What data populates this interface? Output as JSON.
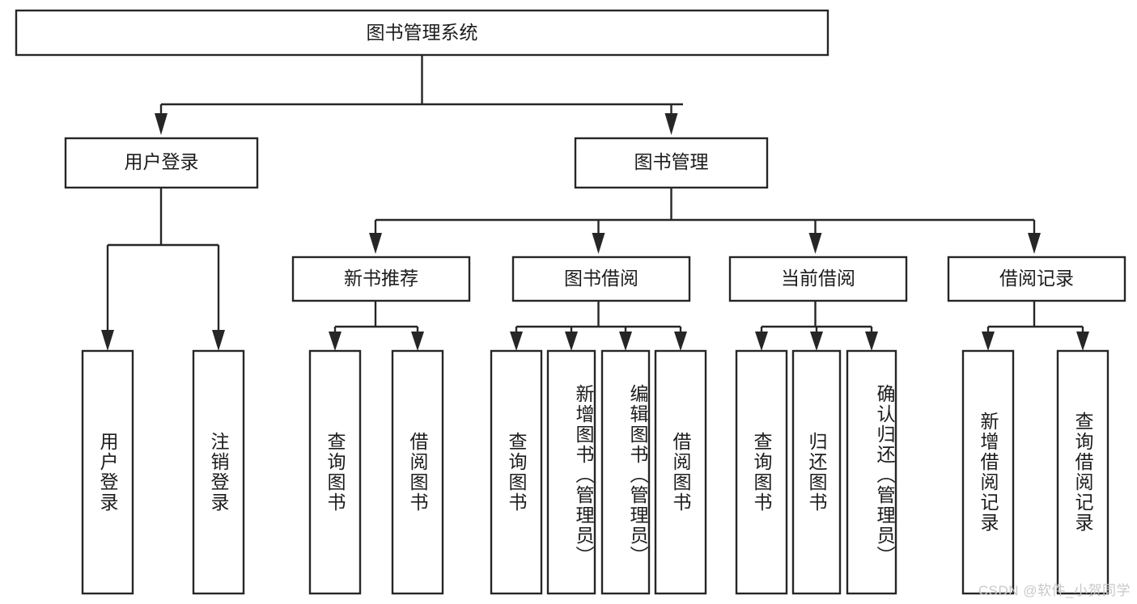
{
  "diagram": {
    "type": "tree",
    "title": "图书管理系统",
    "orientation": "top-down",
    "background_color": "#ffffff",
    "box_stroke_color": "#262626",
    "box_fill_color": "#ffffff",
    "text_color": "#1c1c1c",
    "root": {
      "id": "root",
      "label": "图书管理系统",
      "text_direction": "horizontal"
    },
    "level2": [
      {
        "id": "user-login",
        "label": "用户登录",
        "text_direction": "horizontal"
      },
      {
        "id": "book-management",
        "label": "图书管理",
        "text_direction": "horizontal"
      }
    ],
    "level3": [
      {
        "id": "new-book-recommend",
        "label": "新书推荐",
        "parent": "book-management",
        "text_direction": "horizontal"
      },
      {
        "id": "book-borrow",
        "label": "图书借阅",
        "parent": "book-management",
        "text_direction": "horizontal"
      },
      {
        "id": "current-borrow",
        "label": "当前借阅",
        "parent": "book-management",
        "text_direction": "horizontal"
      },
      {
        "id": "borrow-record",
        "label": "借阅记录",
        "parent": "book-management",
        "text_direction": "horizontal"
      }
    ],
    "leaves": [
      {
        "id": "leaf-user-login",
        "label": "用户登录",
        "parent": "user-login",
        "text_direction": "vertical"
      },
      {
        "id": "leaf-logout-login",
        "label": "注销登录",
        "parent": "user-login",
        "text_direction": "vertical"
      },
      {
        "id": "leaf-query-book-1",
        "label": "查询图书",
        "parent": "new-book-recommend",
        "text_direction": "vertical"
      },
      {
        "id": "leaf-borrow-book-1",
        "label": "借阅图书",
        "parent": "new-book-recommend",
        "text_direction": "vertical"
      },
      {
        "id": "leaf-query-book-2",
        "label": "查询图书",
        "parent": "book-borrow",
        "text_direction": "vertical"
      },
      {
        "id": "leaf-add-book",
        "label": "新增图书（管理员）",
        "parent": "book-borrow",
        "text_direction": "vertical"
      },
      {
        "id": "leaf-edit-book",
        "label": "编辑图书（管理员）",
        "parent": "book-borrow",
        "text_direction": "vertical"
      },
      {
        "id": "leaf-borrow-book-2",
        "label": "借阅图书",
        "parent": "book-borrow",
        "text_direction": "vertical"
      },
      {
        "id": "leaf-query-book-3",
        "label": "查询图书",
        "parent": "current-borrow",
        "text_direction": "vertical"
      },
      {
        "id": "leaf-return-book",
        "label": "归还图书",
        "parent": "current-borrow",
        "text_direction": "vertical"
      },
      {
        "id": "leaf-confirm-return",
        "label": "确认归还（管理员）",
        "parent": "current-borrow",
        "text_direction": "vertical"
      },
      {
        "id": "leaf-add-borrow-record",
        "label": "新增借阅记录",
        "parent": "borrow-record",
        "text_direction": "vertical"
      },
      {
        "id": "leaf-query-borrow-record",
        "label": "查询借阅记录",
        "parent": "borrow-record",
        "text_direction": "vertical"
      }
    ]
  },
  "watermark": {
    "text": "CSDN @软件_小贺同学"
  }
}
